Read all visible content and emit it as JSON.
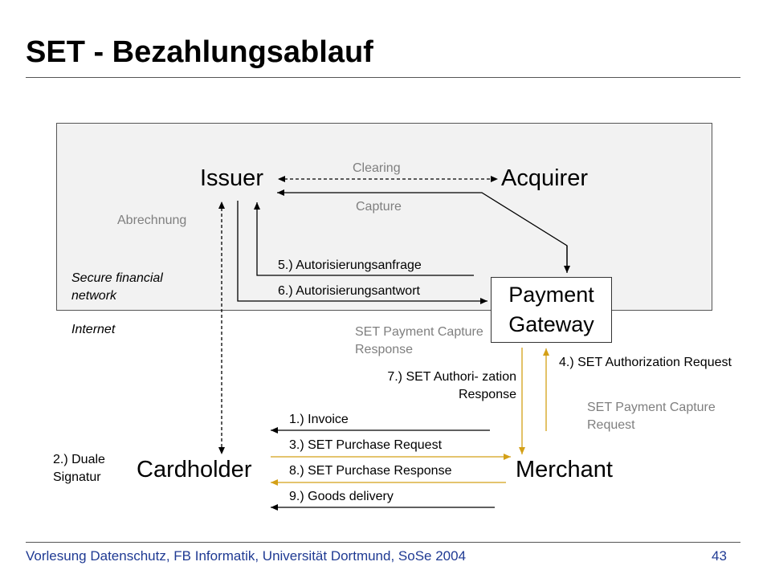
{
  "title": "SET - Bezahlungsablauf",
  "footer": {
    "text": "Vorlesung Datenschutz, FB Informatik, Universität Dortmund, SoSe 2004",
    "page": "43"
  },
  "nodes": {
    "issuer": "Issuer",
    "acquirer": "Acquirer",
    "payment_gateway": "Payment Gateway",
    "cardholder": "Cardholder",
    "merchant": "Merchant"
  },
  "labels": {
    "clearing": "Clearing",
    "capture": "Capture",
    "abrechnung": "Abrechnung",
    "secure_network": "Secure financial network",
    "internet": "Internet",
    "step5": "5.) Autorisierungsanfrage",
    "step6": "6.) Autorisierungsantwort",
    "capture_response": "SET Payment Capture Response",
    "step7": "7.) SET Authori- zation Response",
    "step4": "4.) SET Authorization Request",
    "capture_request": "SET Payment Capture Request",
    "step1": "1.) Invoice",
    "step3": "3.) SET Purchase Request",
    "step8": "8.) SET Purchase Response",
    "step9": "9.) Goods delivery",
    "step2": "2.) Duale Signatur"
  },
  "colors": {
    "footer": "#1f3a93",
    "gray_text": "#7f7f7f",
    "internet_arrow": "#d4a017",
    "network_fill": "#f2f2f2"
  }
}
